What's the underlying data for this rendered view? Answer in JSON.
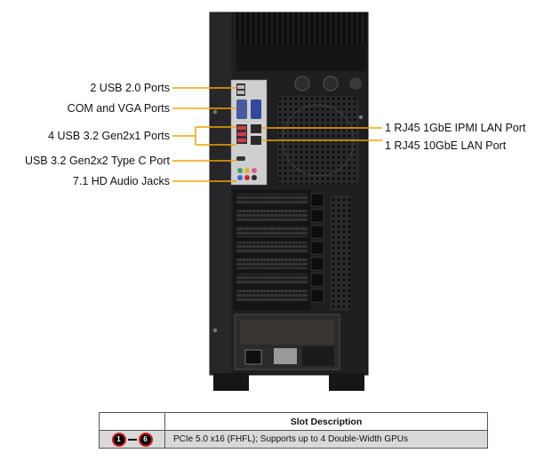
{
  "callouts": {
    "left": [
      "2 USB 2.0 Ports",
      "COM and VGA Ports",
      "4 USB 3.2 Gen2x1  Ports",
      "USB 3.2 Gen2x2  Type  C Port",
      "7.1 HD Audio Jacks"
    ],
    "right": [
      "1 RJ45  1GbE IPMI  LAN Port",
      "1 RJ45  10GbE LAN Port"
    ]
  },
  "table": {
    "header": "Slot Description",
    "row": {
      "badge_start": "1",
      "badge_end": "6",
      "description": "PCIe  5.0 x16 (FHFL);  Supports up to 4 Double-Width  GPUs"
    }
  },
  "colors": {
    "callout_line": "#f0a400",
    "badge_ring": "#d71a1a",
    "chassis": "#1c1c1e",
    "table_fill": "#d9d9d9"
  }
}
